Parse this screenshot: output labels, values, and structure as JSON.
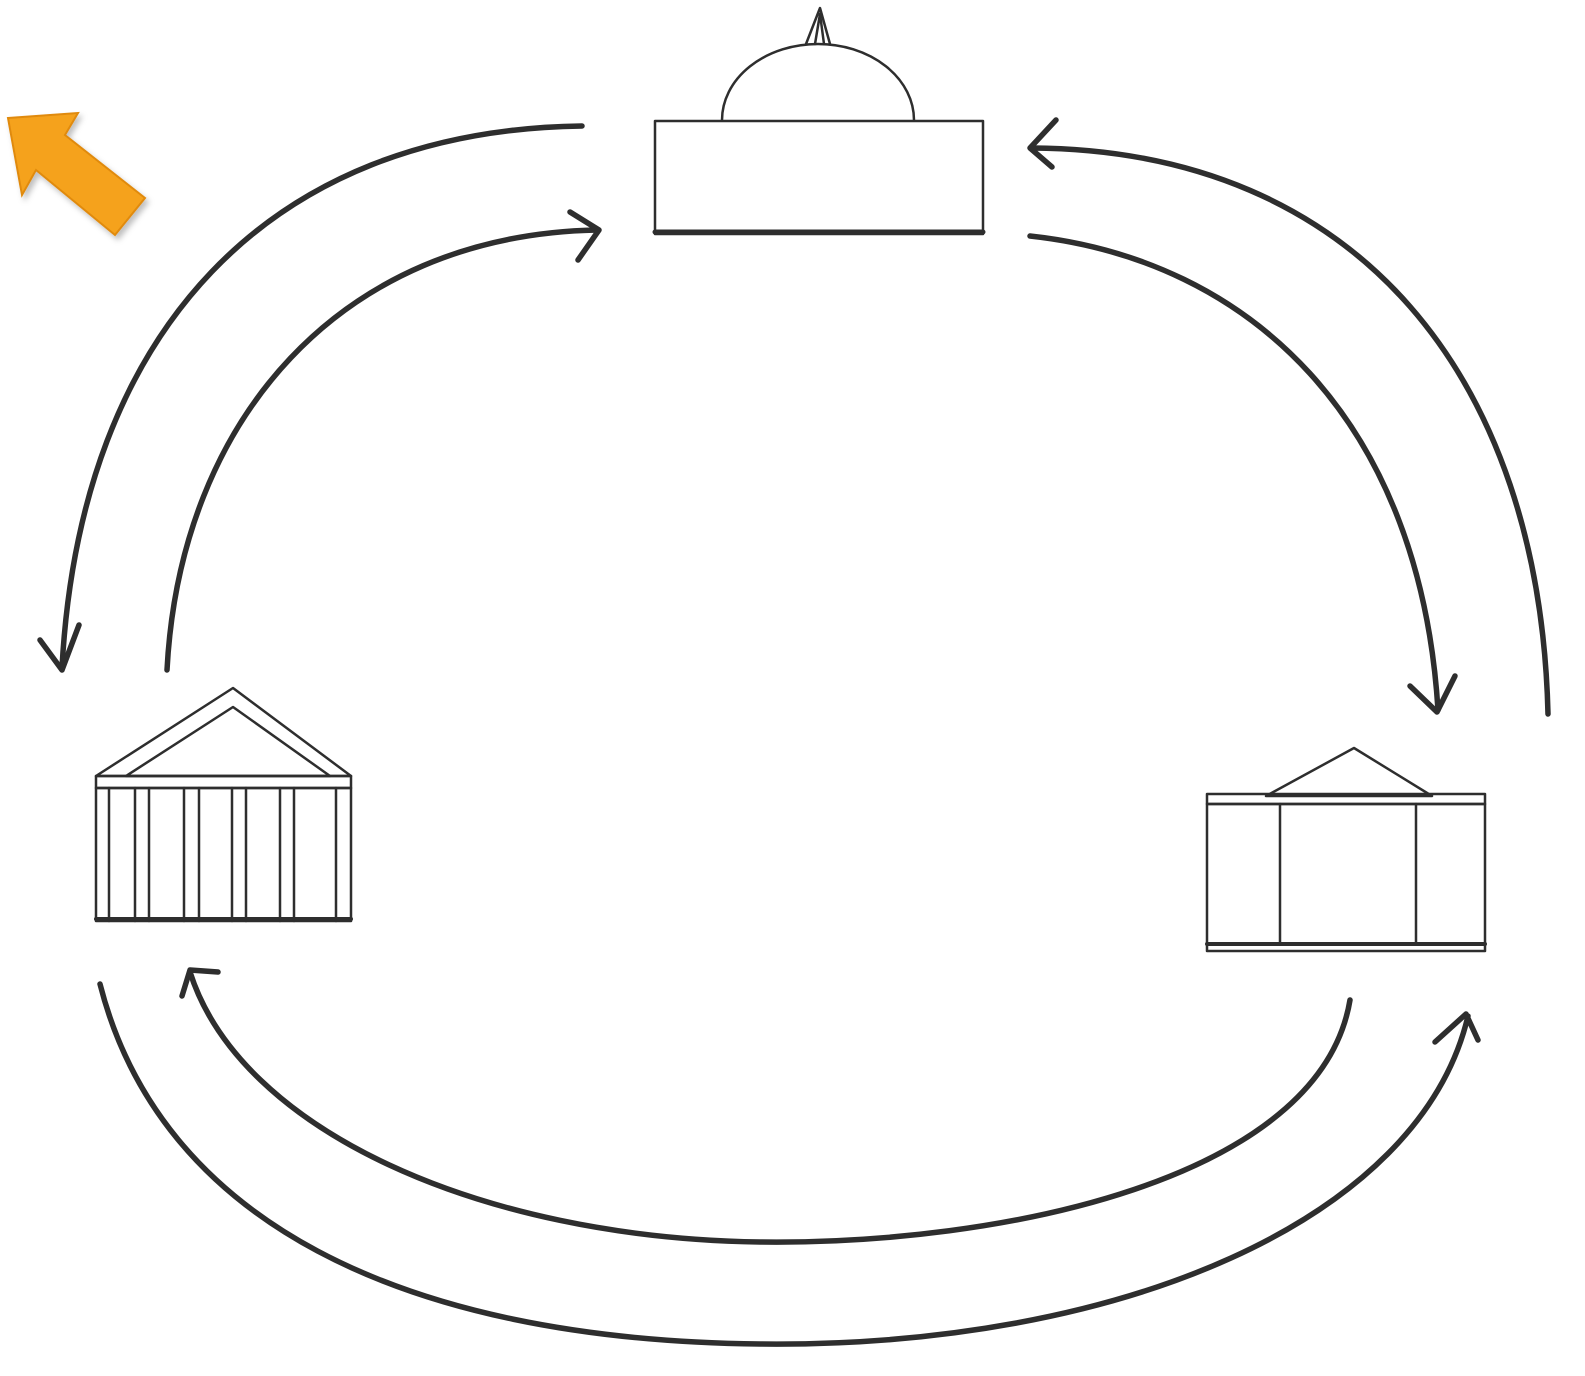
{
  "diagram": {
    "nodes": [
      {
        "id": "top",
        "kind": "domed-building-icon"
      },
      {
        "id": "left",
        "kind": "columned-temple-icon"
      },
      {
        "id": "right",
        "kind": "small-building-icon"
      }
    ],
    "edges": [
      {
        "from": "top",
        "to": "left"
      },
      {
        "from": "left",
        "to": "top"
      },
      {
        "from": "top",
        "to": "right"
      },
      {
        "from": "right",
        "to": "top"
      },
      {
        "from": "right",
        "to": "left"
      },
      {
        "from": "left",
        "to": "right"
      }
    ],
    "pointer": {
      "icon": "pointer-arrow-icon",
      "color": "#F5A21B"
    },
    "colors": {
      "ink": "#2e2e2e",
      "background": "#ffffff",
      "pointer": "#F5A21B",
      "pointer_edge": "#E08A0F"
    }
  }
}
